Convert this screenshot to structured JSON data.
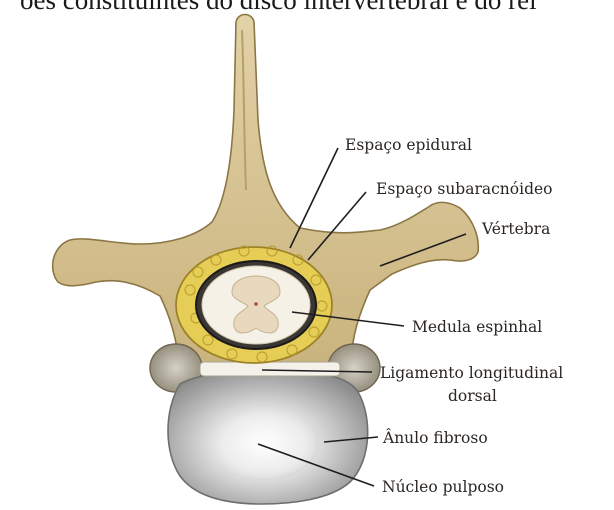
{
  "top_text": "ões constituintes do disco intervertebral e do rel",
  "labels": {
    "espaco_epidural": "Espaço epidural",
    "espaco_subaracnoideo": "Espaço subaracnóideo",
    "vertebra": "Vértebra",
    "medula": "Medula espinhal",
    "ligamento_line1": "Ligamento longitudinal",
    "ligamento_line2": "dorsal",
    "anulo": "Ânulo fibroso",
    "nucleo": "Núcleo pulposo"
  },
  "colors": {
    "bone": "#d7c49a",
    "bone_dark": "#a8915e",
    "fat": "#e8d060",
    "cord": "#efe6d6",
    "disc": "#bcbcbc"
  }
}
